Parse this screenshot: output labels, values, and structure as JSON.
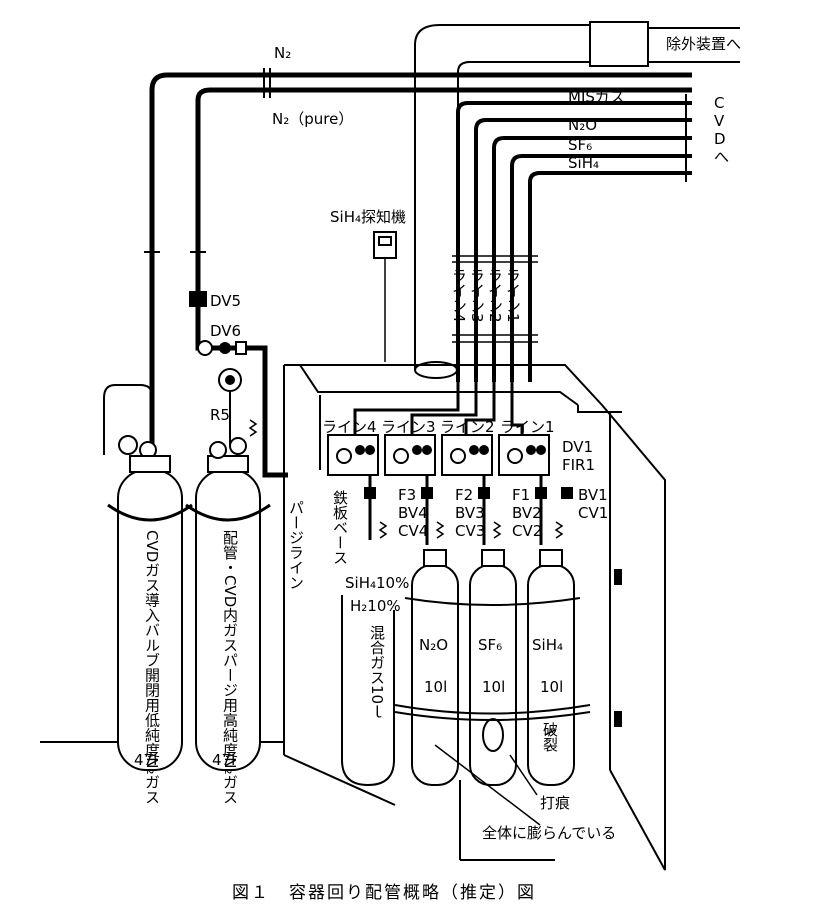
{
  "labels": {
    "n2": "N₂",
    "n2_pure": "N₂（pure）",
    "removal": "除外装置へ",
    "mis_gas": "MISガス",
    "n2o_line": "N₂O",
    "sf6_line": "SF₆",
    "sih4_line": "SiH₄",
    "cvd": [
      "C",
      "V",
      "D",
      "へ"
    ],
    "sensor": "SiH₄探知機",
    "dv5": "DV5",
    "dv6": "DV6",
    "r5": "R5",
    "vert_lines": [
      "ライン4",
      "ライン3",
      "ライン2",
      "ライン1"
    ],
    "box_lines": [
      "ライン4",
      "ライン3",
      "ライン2",
      "ライン1"
    ],
    "dv1": "DV1",
    "fir1": "FIR1",
    "f3": "F3",
    "f2": "F2",
    "f1": "F1",
    "bv1": "BV1",
    "cv1": "CV1",
    "bv4": "BV4",
    "bv3": "BV3",
    "bv2": "BV2",
    "cv4": "CV4",
    "cv3": "CV3",
    "cv2": "CV2",
    "iron_base": "鉄板ベース",
    "purge_line": "パージライン",
    "sih4_10": "SiH₄10%",
    "h2_10": "H₂10%",
    "mixed_gas": "混合ガス10ｌ",
    "cyl_n2o": "N₂O",
    "cyl_sf6": "SF₆",
    "cyl_sih4": "SiH₄",
    "vol_small": "10l",
    "rupture": "破裂",
    "dent": "打痕",
    "swollen": "全体に膨らんでいる",
    "cyl_left_text": "CVDガス導入バルブ開閉用低純度N₂ガス",
    "cyl_mid_text": "配管・CVD内ガスパージ用高純度N₂ガス",
    "vol_large": "47l",
    "caption": "図１　容器回り配管概略（推定）図"
  }
}
